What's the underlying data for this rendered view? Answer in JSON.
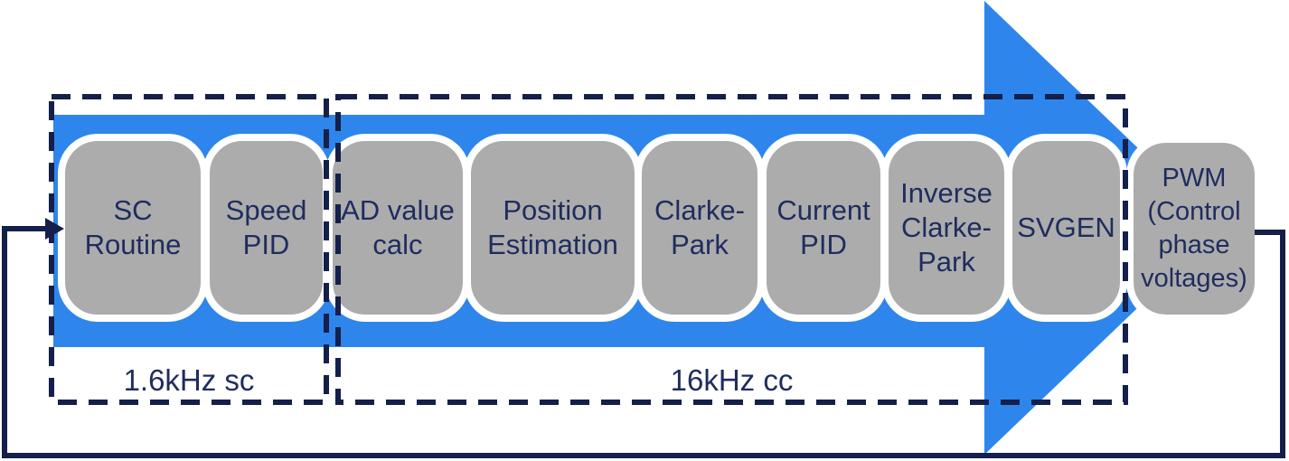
{
  "diagram": {
    "steps": [
      {
        "id": "sc-routine",
        "label": "SC\nRoutine"
      },
      {
        "id": "speed-pid",
        "label": "Speed\nPID"
      },
      {
        "id": "ad-value-calc",
        "label": "AD value\ncalc"
      },
      {
        "id": "position-estimation",
        "label": "Position\nEstimation"
      },
      {
        "id": "clarke-park",
        "label": "Clarke-\nPark"
      },
      {
        "id": "current-pid",
        "label": "Current\nPID"
      },
      {
        "id": "inverse-clarke-park",
        "label": "Inverse\nClarke-\nPark"
      },
      {
        "id": "svgen",
        "label": "SVGEN"
      },
      {
        "id": "pwm-output",
        "label": "PWM\n(Control\nphase\nvoltages)"
      }
    ],
    "zones": [
      {
        "id": "speed-control-zone",
        "label": "1.6kHz sc"
      },
      {
        "id": "current-control-zone",
        "label": "16kHz cc"
      }
    ],
    "colors": {
      "arrow_blue": "#2e86ec",
      "box_gray": "#acacac",
      "box_border": "#ffffff",
      "text_navy": "#1f2c5e",
      "line_navy": "#14204a"
    }
  }
}
